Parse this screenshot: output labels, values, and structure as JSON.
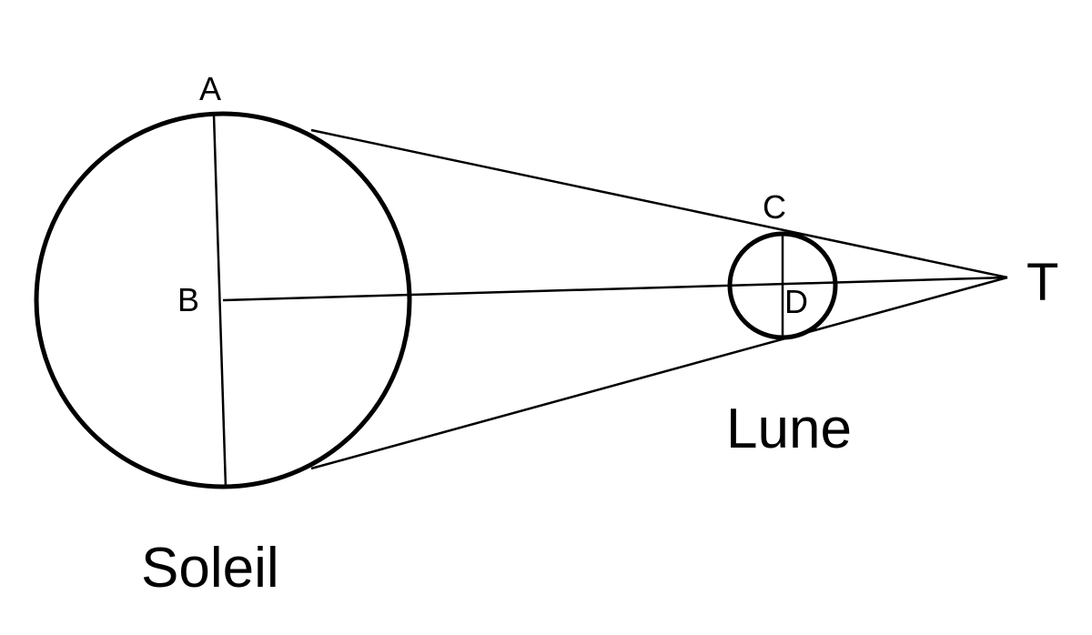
{
  "labels": {
    "point_a": "A",
    "point_b": "B",
    "point_c": "C",
    "point_d": "D",
    "point_t": "T",
    "sun": "Soleil",
    "moon": "Lune"
  }
}
